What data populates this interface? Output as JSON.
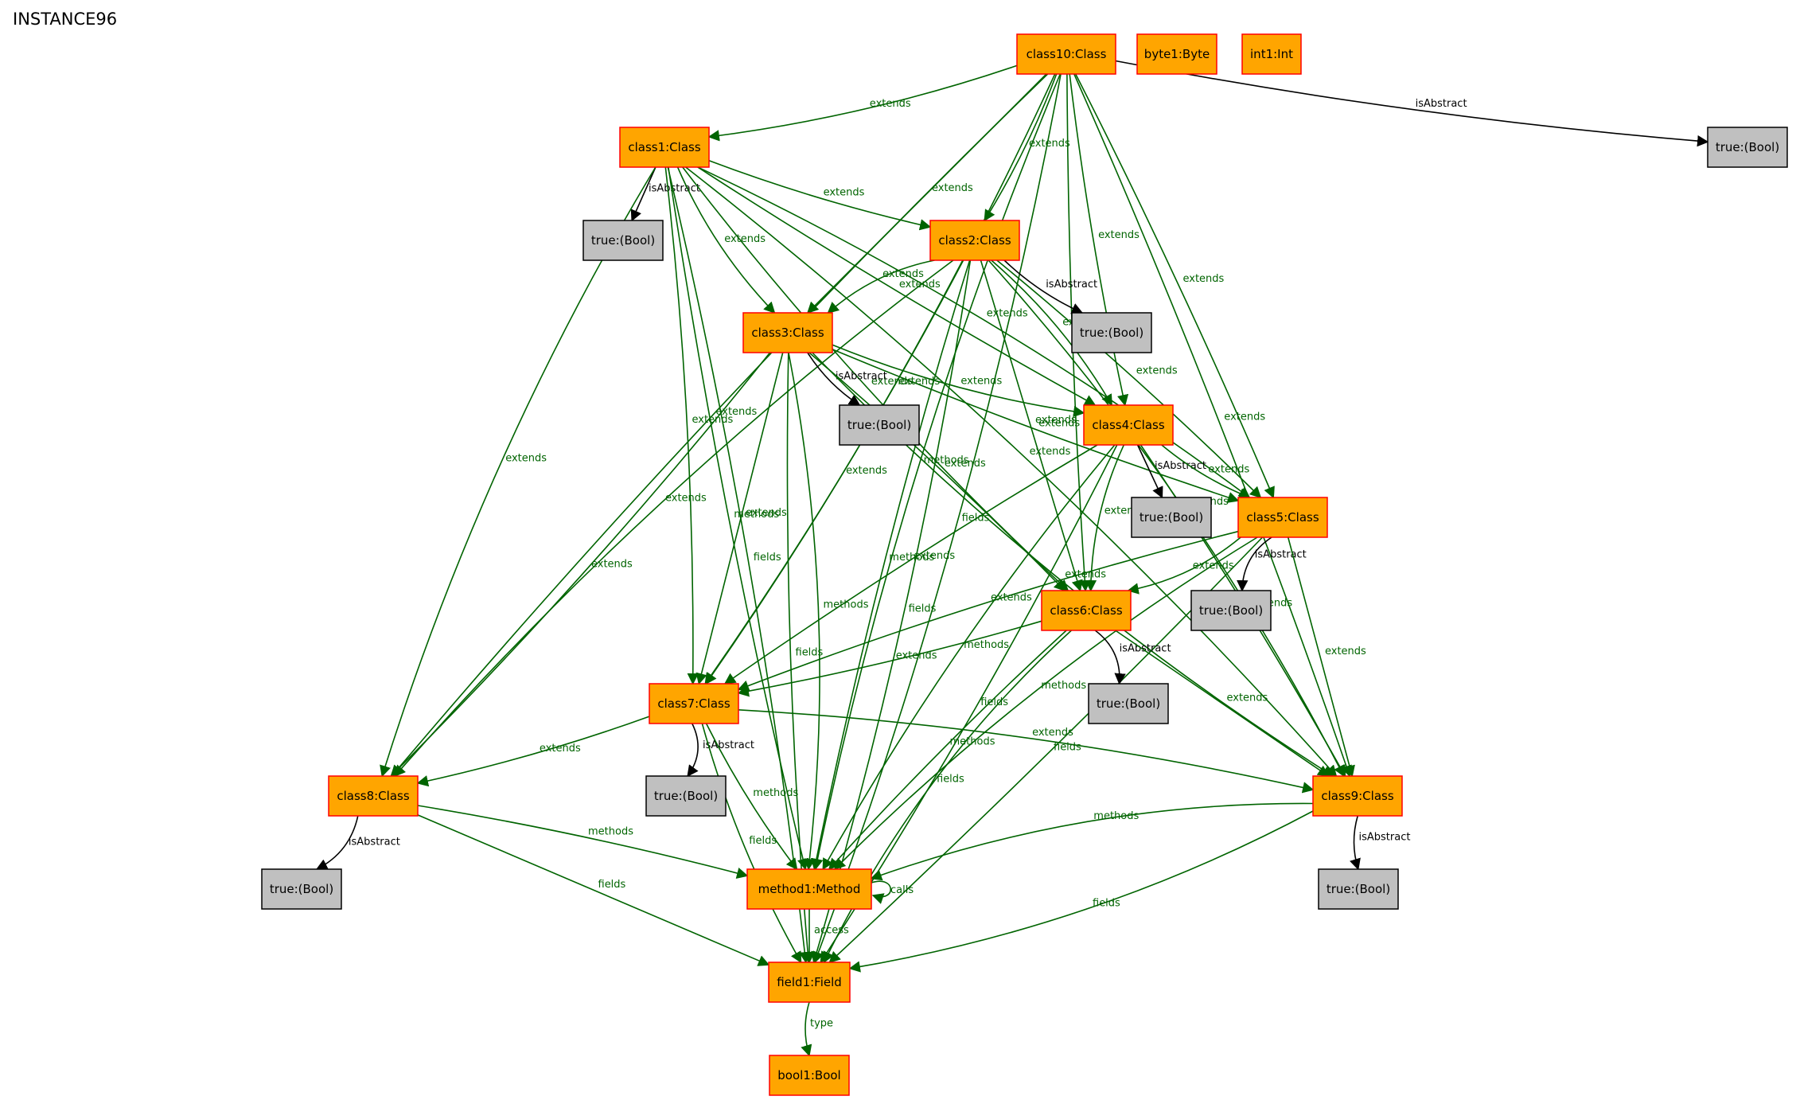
{
  "title": "INSTANCE96",
  "colors": {
    "node_fill": "#ffa500",
    "node_border": "#ff0000",
    "bool_fill": "#c0c0c0",
    "bool_border": "#000000",
    "relation_edge": "#006400",
    "attribute_edge": "#000000"
  },
  "nodes": [
    {
      "id": "class10",
      "label": "class10:Class",
      "kind": "object"
    },
    {
      "id": "byte1",
      "label": "byte1:Byte",
      "kind": "object"
    },
    {
      "id": "int1",
      "label": "int1:Int",
      "kind": "object"
    },
    {
      "id": "true10",
      "label": "true:(Bool)",
      "kind": "bool"
    },
    {
      "id": "class1",
      "label": "class1:Class",
      "kind": "object"
    },
    {
      "id": "true1",
      "label": "true:(Bool)",
      "kind": "bool"
    },
    {
      "id": "class2",
      "label": "class2:Class",
      "kind": "object"
    },
    {
      "id": "true2",
      "label": "true:(Bool)",
      "kind": "bool"
    },
    {
      "id": "class3",
      "label": "class3:Class",
      "kind": "object"
    },
    {
      "id": "true3",
      "label": "true:(Bool)",
      "kind": "bool"
    },
    {
      "id": "class4",
      "label": "class4:Class",
      "kind": "object"
    },
    {
      "id": "true4",
      "label": "true:(Bool)",
      "kind": "bool"
    },
    {
      "id": "class5",
      "label": "class5:Class",
      "kind": "object"
    },
    {
      "id": "true5",
      "label": "true:(Bool)",
      "kind": "bool"
    },
    {
      "id": "class6",
      "label": "class6:Class",
      "kind": "object"
    },
    {
      "id": "true6",
      "label": "true:(Bool)",
      "kind": "bool"
    },
    {
      "id": "class7",
      "label": "class7:Class",
      "kind": "object"
    },
    {
      "id": "true7",
      "label": "true:(Bool)",
      "kind": "bool"
    },
    {
      "id": "class8",
      "label": "class8:Class",
      "kind": "object"
    },
    {
      "id": "true8",
      "label": "true:(Bool)",
      "kind": "bool"
    },
    {
      "id": "class9",
      "label": "class9:Class",
      "kind": "object"
    },
    {
      "id": "true9",
      "label": "true:(Bool)",
      "kind": "bool"
    },
    {
      "id": "method1",
      "label": "method1:Method",
      "kind": "object"
    },
    {
      "id": "field1",
      "label": "field1:Field",
      "kind": "object"
    },
    {
      "id": "bool1",
      "label": "bool1:Bool",
      "kind": "object"
    }
  ],
  "edges": [
    {
      "from": "class10",
      "to": "class1",
      "label": "extends"
    },
    {
      "from": "class10",
      "to": "class2",
      "label": "extends"
    },
    {
      "from": "class10",
      "to": "class3",
      "label": "extends"
    },
    {
      "from": "class10",
      "to": "class4",
      "label": "extends"
    },
    {
      "from": "class10",
      "to": "class5",
      "label": "extends"
    },
    {
      "from": "class10",
      "to": "class6",
      "label": "extends"
    },
    {
      "from": "class10",
      "to": "class7",
      "label": "extends"
    },
    {
      "from": "class10",
      "to": "class8",
      "label": "extends"
    },
    {
      "from": "class10",
      "to": "class9",
      "label": "extends"
    },
    {
      "from": "class10",
      "to": "method1",
      "label": "methods"
    },
    {
      "from": "class10",
      "to": "field1",
      "label": "fields"
    },
    {
      "from": "class10",
      "to": "true10",
      "label": "isAbstract"
    },
    {
      "from": "class1",
      "to": "true1",
      "label": "isAbstract"
    },
    {
      "from": "class1",
      "to": "class2",
      "label": "extends"
    },
    {
      "from": "class1",
      "to": "class3",
      "label": "extends"
    },
    {
      "from": "class1",
      "to": "class4",
      "label": "extends"
    },
    {
      "from": "class1",
      "to": "class5",
      "label": "extends"
    },
    {
      "from": "class1",
      "to": "class6",
      "label": "extends"
    },
    {
      "from": "class1",
      "to": "class7",
      "label": "extends"
    },
    {
      "from": "class1",
      "to": "class8",
      "label": "extends"
    },
    {
      "from": "class1",
      "to": "class9",
      "label": "extends"
    },
    {
      "from": "class1",
      "to": "method1",
      "label": "methods"
    },
    {
      "from": "class1",
      "to": "field1",
      "label": "fields"
    },
    {
      "from": "class2",
      "to": "true2",
      "label": "isAbstract"
    },
    {
      "from": "class2",
      "to": "class3",
      "label": "extends"
    },
    {
      "from": "class2",
      "to": "class4",
      "label": "extends"
    },
    {
      "from": "class2",
      "to": "class5",
      "label": "extends"
    },
    {
      "from": "class2",
      "to": "class6",
      "label": "extends"
    },
    {
      "from": "class2",
      "to": "class7",
      "label": "extends"
    },
    {
      "from": "class2",
      "to": "class8",
      "label": "extends"
    },
    {
      "from": "class2",
      "to": "class9",
      "label": "extends"
    },
    {
      "from": "class2",
      "to": "method1",
      "label": "methods"
    },
    {
      "from": "class2",
      "to": "field1",
      "label": "fields"
    },
    {
      "from": "class3",
      "to": "true3",
      "label": "isAbstract"
    },
    {
      "from": "class3",
      "to": "class4",
      "label": "extends"
    },
    {
      "from": "class3",
      "to": "class5",
      "label": "extends"
    },
    {
      "from": "class3",
      "to": "class6",
      "label": "extends"
    },
    {
      "from": "class3",
      "to": "class7",
      "label": "extends"
    },
    {
      "from": "class3",
      "to": "class8",
      "label": "extends"
    },
    {
      "from": "class3",
      "to": "class9",
      "label": "extends"
    },
    {
      "from": "class3",
      "to": "method1",
      "label": "methods"
    },
    {
      "from": "class3",
      "to": "field1",
      "label": "fields"
    },
    {
      "from": "class4",
      "to": "true4",
      "label": "isAbstract"
    },
    {
      "from": "class4",
      "to": "class5",
      "label": "extends"
    },
    {
      "from": "class4",
      "to": "class6",
      "label": "extends"
    },
    {
      "from": "class4",
      "to": "class7",
      "label": "extends"
    },
    {
      "from": "class4",
      "to": "class9",
      "label": "extends"
    },
    {
      "from": "class4",
      "to": "method1",
      "label": "methods"
    },
    {
      "from": "class4",
      "to": "field1",
      "label": "fields"
    },
    {
      "from": "class5",
      "to": "true5",
      "label": "isAbstract"
    },
    {
      "from": "class5",
      "to": "class6",
      "label": "extends"
    },
    {
      "from": "class5",
      "to": "class7",
      "label": "extends"
    },
    {
      "from": "class5",
      "to": "class9",
      "label": "extends"
    },
    {
      "from": "class5",
      "to": "method1",
      "label": "methods"
    },
    {
      "from": "class5",
      "to": "field1",
      "label": "fields"
    },
    {
      "from": "class6",
      "to": "true6",
      "label": "isAbstract"
    },
    {
      "from": "class6",
      "to": "class7",
      "label": "extends"
    },
    {
      "from": "class6",
      "to": "class9",
      "label": "extends"
    },
    {
      "from": "class6",
      "to": "method1",
      "label": "methods"
    },
    {
      "from": "class6",
      "to": "field1",
      "label": "fields"
    },
    {
      "from": "class7",
      "to": "true7",
      "label": "isAbstract"
    },
    {
      "from": "class7",
      "to": "class8",
      "label": "extends"
    },
    {
      "from": "class7",
      "to": "class9",
      "label": "extends"
    },
    {
      "from": "class7",
      "to": "method1",
      "label": "methods"
    },
    {
      "from": "class7",
      "to": "field1",
      "label": "fields"
    },
    {
      "from": "class8",
      "to": "true8",
      "label": "isAbstract"
    },
    {
      "from": "class8",
      "to": "method1",
      "label": "methods"
    },
    {
      "from": "class8",
      "to": "field1",
      "label": "fields"
    },
    {
      "from": "class9",
      "to": "true9",
      "label": "isAbstract"
    },
    {
      "from": "class9",
      "to": "method1",
      "label": "methods"
    },
    {
      "from": "class9",
      "to": "field1",
      "label": "fields"
    },
    {
      "from": "method1",
      "to": "method1",
      "label": "calls"
    },
    {
      "from": "method1",
      "to": "field1",
      "label": "access"
    },
    {
      "from": "field1",
      "to": "bool1",
      "label": "type"
    }
  ]
}
